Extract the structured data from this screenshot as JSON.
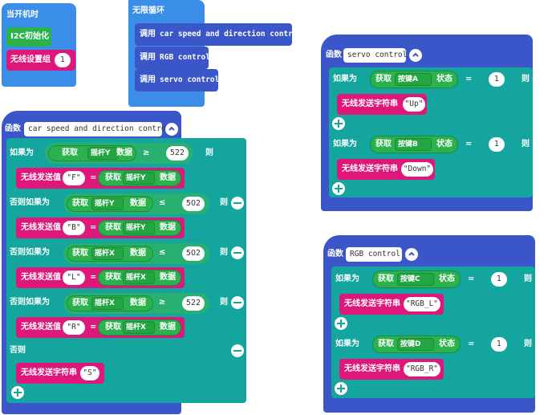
{
  "startup": {
    "title": "当开机时",
    "i2c_init": "I2C初始化",
    "wireless_group": "无线设置组",
    "group_value": "1"
  },
  "loop": {
    "title": "无限循环",
    "call_prefix": "调用",
    "calls": [
      "car speed and direction control",
      "RGB control",
      "servo control"
    ]
  },
  "func_car": {
    "func_label": "函数",
    "name": "car speed and direction control",
    "if_label": "如果为",
    "elseif_label": "否则如果为",
    "else_label": "否则",
    "then_label": "则",
    "get_label": "获取",
    "data_label": "数据",
    "send_value_label": "无线发送值",
    "send_string_label": "无线发送字符串",
    "rows": [
      {
        "stick": "摇杆Y",
        "op": "≥",
        "value": "522",
        "send_key": "\"F\"",
        "eq": "=",
        "send_stick": "摇杆Y"
      },
      {
        "stick": "摇杆Y",
        "op": "≤",
        "value": "502",
        "send_key": "\"B\"",
        "eq": "=",
        "send_stick": "摇杆Y"
      },
      {
        "stick": "摇杆X",
        "op": "≤",
        "value": "502",
        "send_key": "\"L\"",
        "eq": "=",
        "send_stick": "摇杆X"
      },
      {
        "stick": "摇杆X",
        "op": "≥",
        "value": "522",
        "send_key": "\"R\"",
        "eq": "=",
        "send_stick": "摇杆X"
      }
    ],
    "else_send": "\"S\""
  },
  "func_servo": {
    "func_label": "函数",
    "name": "servo control",
    "if_label": "如果为",
    "then_label": "则",
    "get_label": "获取",
    "state_label": "状态",
    "send_string_label": "无线发送字符串",
    "eq": "=",
    "rows": [
      {
        "key": "按键A",
        "value": "1",
        "send": "\"Up\""
      },
      {
        "key": "按键B",
        "value": "1",
        "send": "\"Down\""
      }
    ]
  },
  "func_rgb": {
    "func_label": "函数",
    "name": "RGB control",
    "if_label": "如果为",
    "then_label": "则",
    "get_label": "获取",
    "state_label": "状态",
    "send_string_label": "无线发送字符串",
    "eq": "=",
    "rows": [
      {
        "key": "按键C",
        "value": "1",
        "send": "\"RGB_L\""
      },
      {
        "key": "按键D",
        "value": "1",
        "send": "\"RGB_R\""
      }
    ]
  },
  "colors": {
    "event": "#3a8ee8",
    "function": "#3a56c8",
    "logic": "#13a59e",
    "radio": "#e0177a",
    "input": "#2bb24c"
  }
}
